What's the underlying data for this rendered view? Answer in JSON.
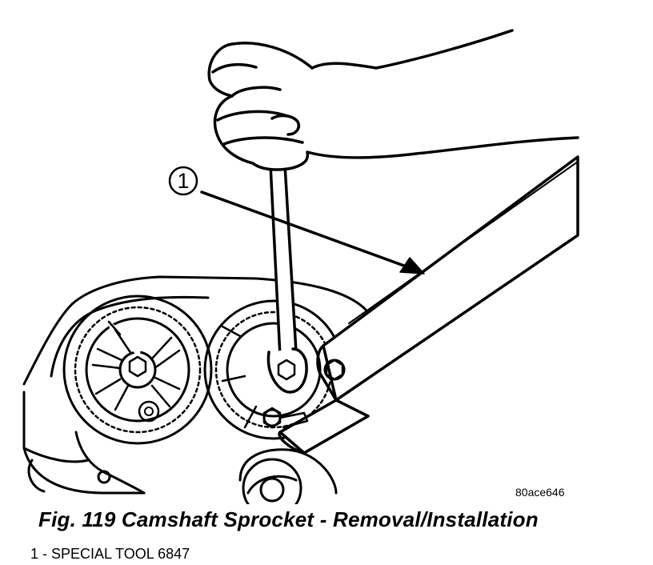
{
  "figure": {
    "callout_number": "1",
    "image_code": "80ace646",
    "caption": "Fig. 119 Camshaft Sprocket - Removal/Installation"
  },
  "legend": {
    "items": [
      {
        "number": "1",
        "text": "1 - SPECIAL TOOL 6847"
      }
    ]
  },
  "colors": {
    "ink": "#000000",
    "paper": "#ffffff"
  }
}
